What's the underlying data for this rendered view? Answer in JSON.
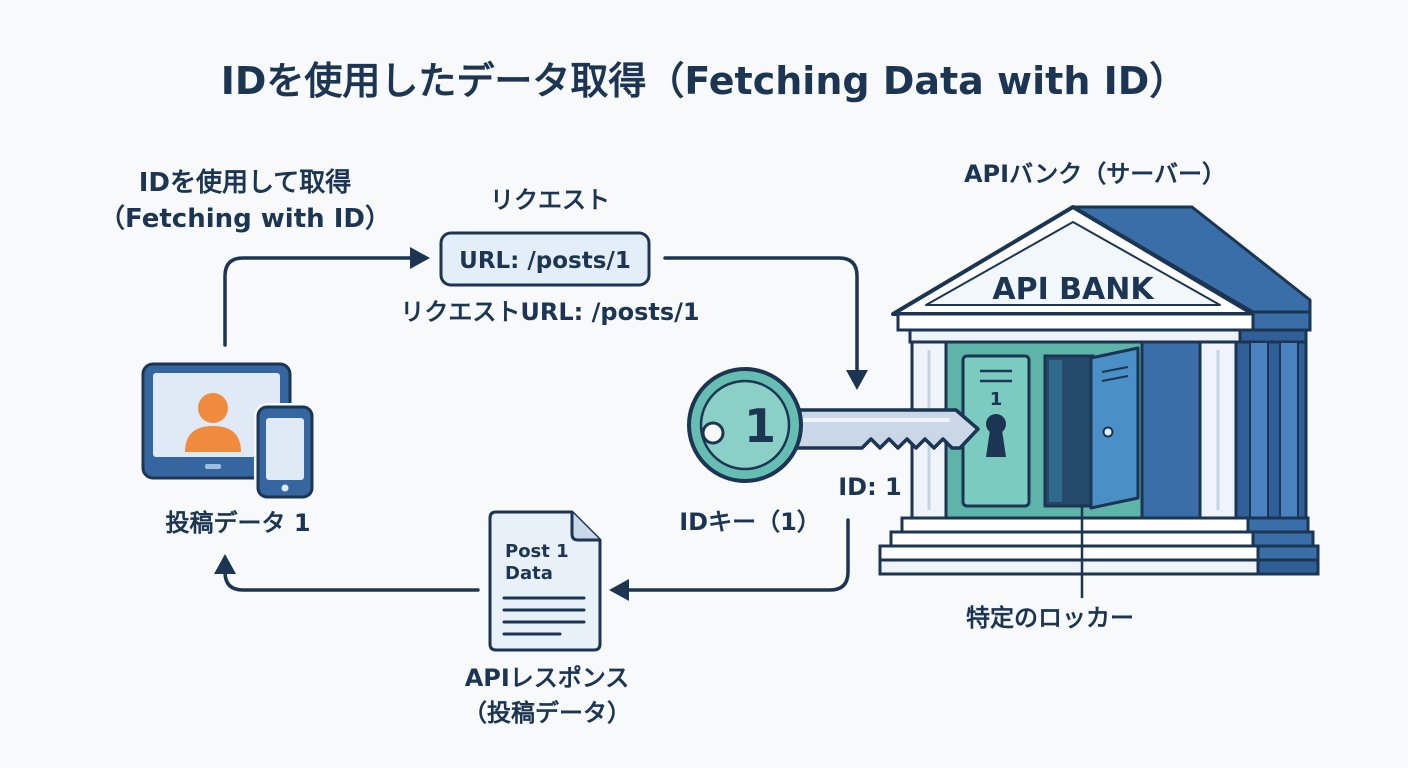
{
  "title": "IDを使用したデータ取得（Fetching Data with ID）",
  "client": {
    "label_line1": "IDを使用して取得",
    "label_line2": "（Fetching with ID）",
    "caption": "投稿データ 1"
  },
  "request": {
    "label": "リクエスト",
    "url_box": "URL: /posts/1",
    "caption": "リクエストURL: /posts/1"
  },
  "key": {
    "number": "1",
    "id_label": "ID: 1",
    "caption": "IDキー（1）"
  },
  "server": {
    "label": "APIバンク（サーバー）",
    "sign": "API BANK",
    "locker_number": "1",
    "locker_caption": "特定のロッカー"
  },
  "response": {
    "doc_line1": "Post 1",
    "doc_line2": "Data",
    "label_line1": "APIレスポンス",
    "label_line2": "（投稿データ）"
  },
  "colors": {
    "text": "#1b3553",
    "primary_blue": "#3a6ea8",
    "light_blue": "#e2edf8",
    "teal": "#66bdb2",
    "orange": "#f08a3c",
    "background": "#f8f9fa"
  },
  "icons": {
    "client": "laptop-and-phone-icon",
    "user": "user-avatar-icon",
    "key": "key-icon",
    "server": "bank-building-icon",
    "locker": "keyhole-icon",
    "response": "document-icon"
  }
}
